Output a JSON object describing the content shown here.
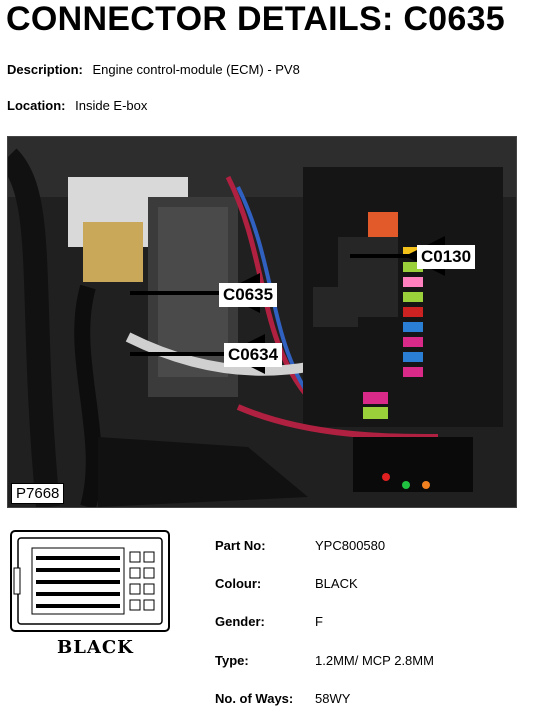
{
  "title": "CONNECTOR DETAILS: C0635",
  "description": {
    "label": "Description:",
    "value": "Engine control-module (ECM) - PV8"
  },
  "location": {
    "label": "Location:",
    "value": "Inside E-box"
  },
  "photo": {
    "code": "P7668",
    "callouts": [
      "C0130",
      "C0635",
      "C0634"
    ]
  },
  "connector": {
    "colour_label": "BLACK"
  },
  "specs": [
    {
      "label": "Part No:",
      "value": "YPC800580"
    },
    {
      "label": "Colour:",
      "value": "BLACK"
    },
    {
      "label": "Gender:",
      "value": "F"
    },
    {
      "label": "Type:",
      "value": "1.2MM/ MCP 2.8MM"
    },
    {
      "label": "No. of Ways:",
      "value": "58WY"
    }
  ]
}
